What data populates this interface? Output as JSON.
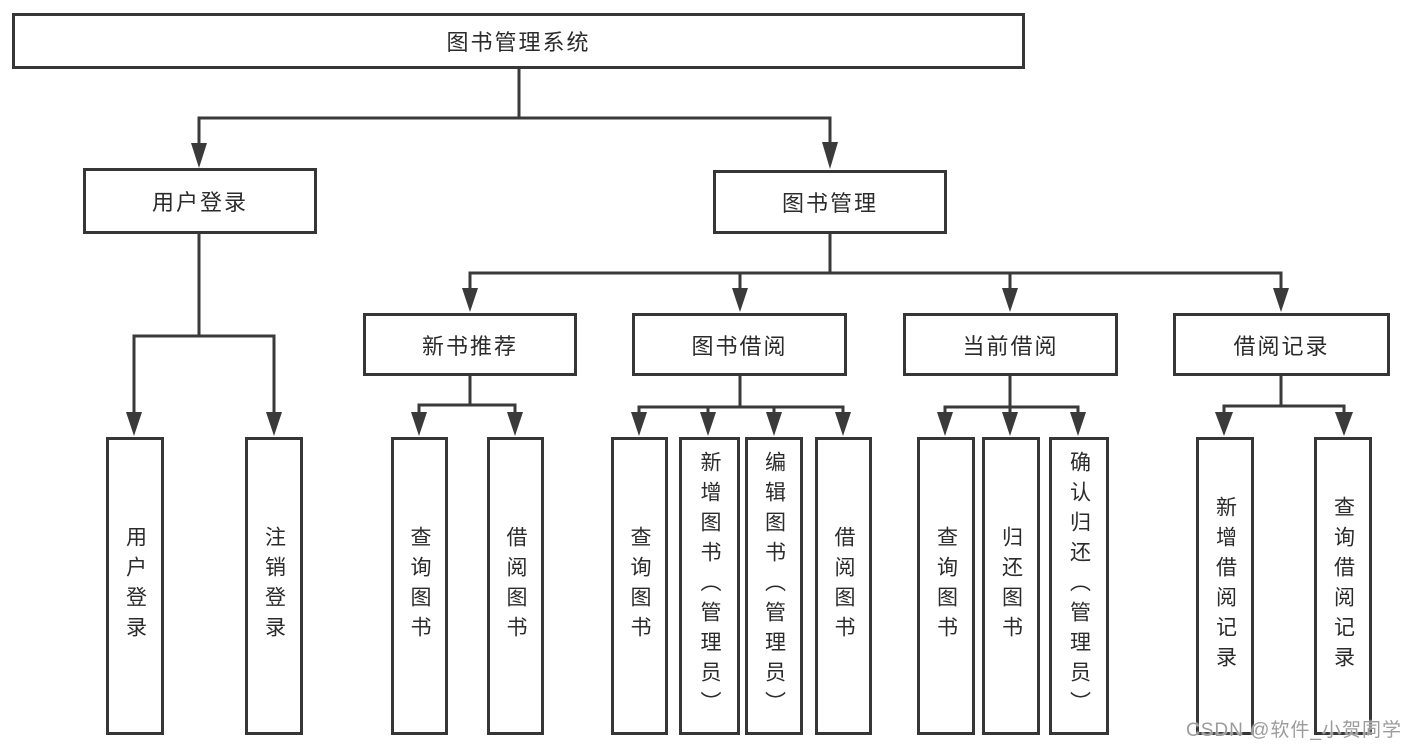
{
  "nodes": {
    "root": "图书管理系统",
    "user_login": "用户登录",
    "book_management": "图书管理",
    "new_book_recommend": "新书推荐",
    "book_borrow": "图书借阅",
    "current_borrow": "当前借阅",
    "borrow_record": "借阅记录",
    "ul_user_login": "用户登录",
    "ul_logout": "注销登录",
    "nb_query_book": "查询图书",
    "nb_borrow_book": "借阅图书",
    "bb_query_book": "查询图书",
    "bb_add_book": "新增图书（管理员）",
    "bb_edit_book": "编辑图书（管理员）",
    "bb_borrow_book": "借阅图书",
    "cb_query_book": "查询图书",
    "cb_return_book": "归还图书",
    "cb_confirm_return": "确认归还（管理员）",
    "br_add_record": "新增借阅记录",
    "br_query_record": "查询借阅记录"
  },
  "edges": [
    [
      "root",
      "user_login"
    ],
    [
      "root",
      "book_management"
    ],
    [
      "user_login",
      "ul_user_login"
    ],
    [
      "user_login",
      "ul_logout"
    ],
    [
      "book_management",
      "new_book_recommend"
    ],
    [
      "book_management",
      "book_borrow"
    ],
    [
      "book_management",
      "current_borrow"
    ],
    [
      "book_management",
      "borrow_record"
    ],
    [
      "new_book_recommend",
      "nb_query_book"
    ],
    [
      "new_book_recommend",
      "nb_borrow_book"
    ],
    [
      "book_borrow",
      "bb_query_book"
    ],
    [
      "book_borrow",
      "bb_add_book"
    ],
    [
      "book_borrow",
      "bb_edit_book"
    ],
    [
      "book_borrow",
      "bb_borrow_book"
    ],
    [
      "current_borrow",
      "cb_query_book"
    ],
    [
      "current_borrow",
      "cb_return_book"
    ],
    [
      "current_borrow",
      "cb_confirm_return"
    ],
    [
      "borrow_record",
      "br_add_record"
    ],
    [
      "borrow_record",
      "br_query_record"
    ]
  ],
  "watermark": "CSDN @软件_小贺同学",
  "colors": {
    "line": "#3a3a3a",
    "border": "#363636",
    "text": "#2b2b2b",
    "watermark": "#9c9c9c",
    "background": "#ffffff"
  }
}
